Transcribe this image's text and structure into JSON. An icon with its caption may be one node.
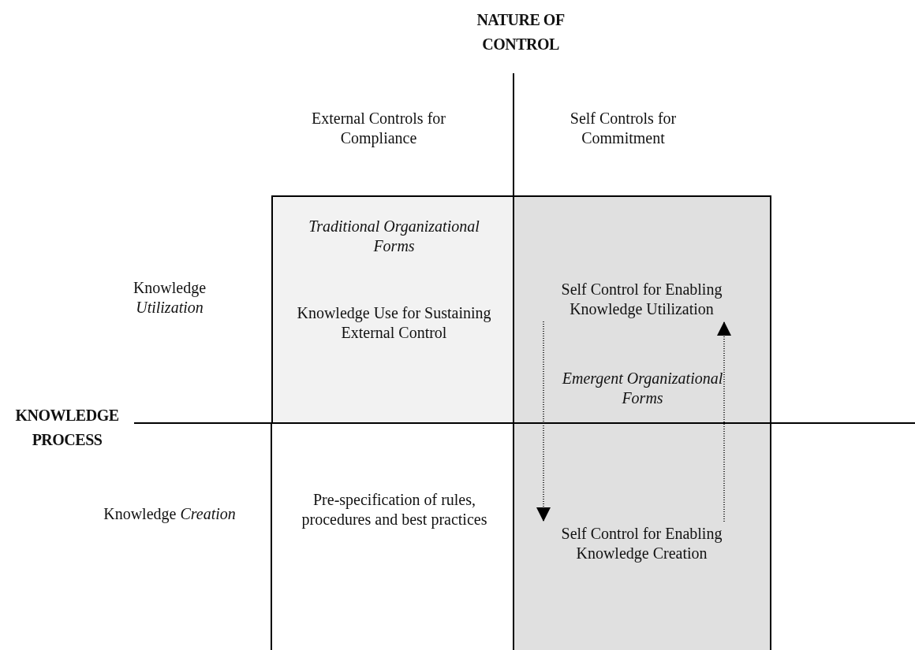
{
  "diagram": {
    "nodes": [
      {
        "text": [
          "Traditional Organizational Forms",
          "Knowledge Use for Sustaining External Control"
        ]
      },
      {
        "text": [
          "Emergent Organizational Forms"
        ]
      },
      {
        "text": [
          "Self Control for Enabling Knowledge Utilization"
        ],
        "in": 1
      },
      {
        "text": [
          "Self Control for Enabling Knowledge Creation"
        ],
        "in": 1
      }
    ],
    "edges": [
      {
        "from": 2,
        "to": 3,
        "arrow": "to",
        "style": "dashed"
      },
      {
        "from": 3,
        "to": 2,
        "arrow": "to",
        "style": "dashed"
      }
    ],
    "labels": [
      "NATURE OF CONTROL",
      "External Controls for Compliance",
      "Self Controls for Commitment",
      "Knowledge *Utilization*",
      "KNOWLEDGE PROCESS",
      "Knowledge *Creation*",
      "Pre-specification of rules, procedures and best practices"
    ]
  }
}
